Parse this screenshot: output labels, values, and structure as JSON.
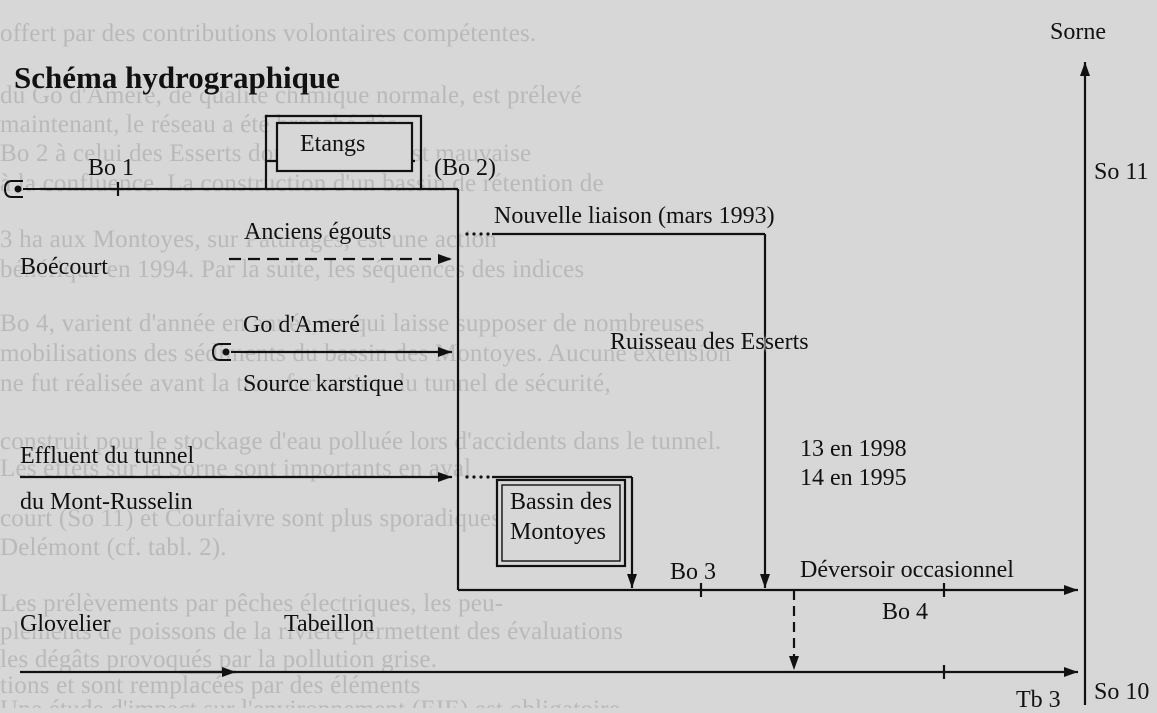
{
  "background_text": [
    "offert par des contributions volontaires compétentes.",
    "du Go d'Ameré, de qualité chimique normale, est prélevé",
    "maintenant, le réseau a été branché dès",
    "Bo 2 à celui des Esserts dont la qualité est mauvaise",
    "à la confluence. La construction d'un bassin de rétention de",
    "3 ha aux Montoyes, sur Pâturages, est une action",
    "bénéfique en 1994. Par la suite, les séquences des indices",
    "Bo 4, varient d'année en année, ce qui laisse supposer de nombreuses",
    "mobilisations des sédiments du bassin des Montoyes. Aucune extension",
    "ne fut réalisée avant la transformation du tunnel de sécurité,",
    "construit pour le stockage d'eau polluée lors d'accidents dans le tunnel.",
    "Les effets sur la Sorne sont importants en aval",
    "court (So 11) et Courfaivre sont plus sporadiques",
    "Delémont (cf. tabl. 2).",
    "Les prélèvements par pêches électriques, les peu-",
    "plements de poissons de la rivière permettent des évaluations",
    "les dégâts provoqués par la pollution grise.",
    "tions et sont remplacées par des éléments",
    "Une étude d'impact sur l'environnement (EIE) est obligatoire"
  ],
  "diagram": {
    "title": "Schéma hydrographique",
    "labels": {
      "sorne": "Sorne",
      "so11": "So 11",
      "so10": "So 10",
      "etangs": "Etangs",
      "bo1": "Bo 1",
      "bo2": "(Bo 2)",
      "nouvelle_liaison": "Nouvelle liaison (mars 1993)",
      "anciens_egouts": "Anciens égouts",
      "boecourt": "Boécourt",
      "go_amere": "Go d'Ameré",
      "ruisseau": "Ruisseau des  Esserts",
      "source_karstique": "Source karstique",
      "effluent_line1": "Effluent du tunnel",
      "effluent_line2": "du Mont-Russelin",
      "count_1998": "13 en 1998",
      "count_1995": "14 en 1995",
      "bassin_line1": "Bassin des",
      "bassin_line2": "Montoyes",
      "bo3": "Bo 3",
      "deversoir": "Déversoir  occasionnel",
      "bo4": "Bo 4",
      "glovelier": "Glovelier",
      "tabeillon": "Tabeillon",
      "tb3": "Tb 3"
    }
  },
  "colors": {
    "background": "#d7d7d7",
    "ink": "#111111",
    "faded_text": "#b9b9b9"
  }
}
